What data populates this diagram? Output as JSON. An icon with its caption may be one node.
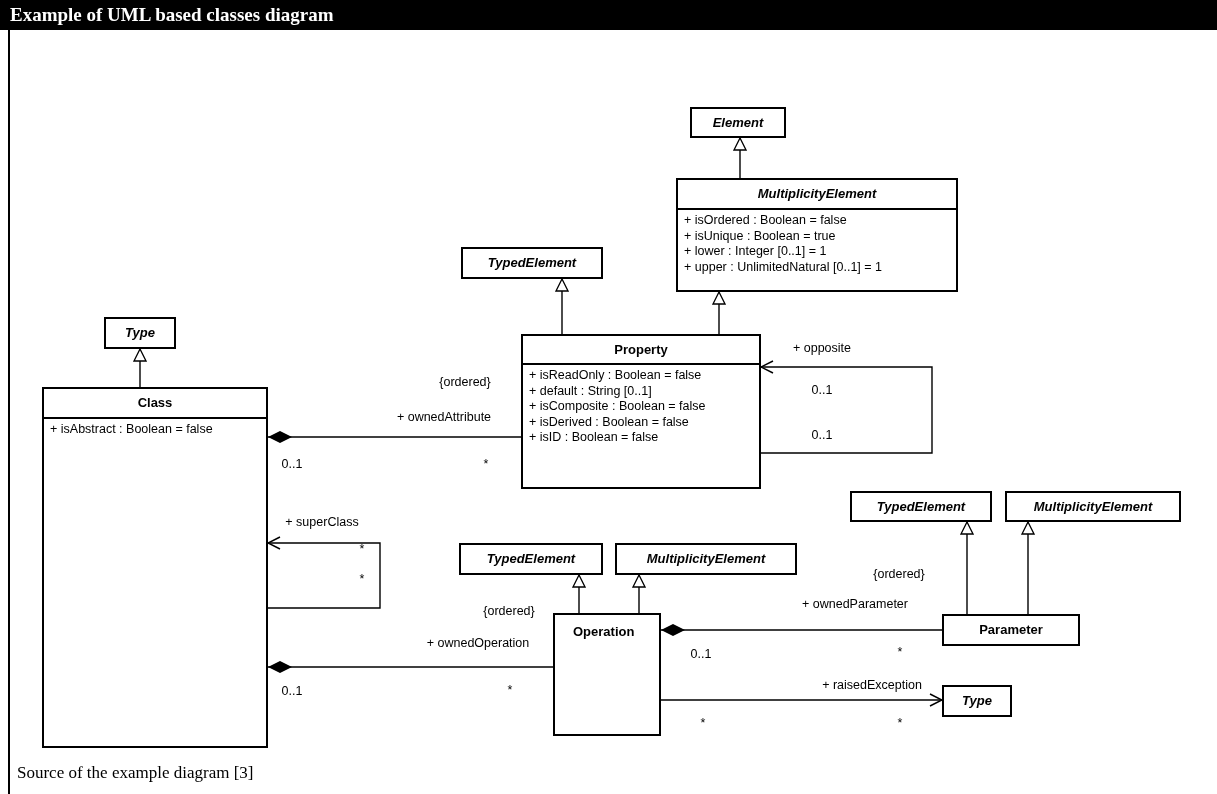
{
  "diagram": {
    "title": "Example of UML based classes diagram",
    "caption": "Source of the example diagram [3]",
    "nodes": [
      {
        "text": [
          "Element"
        ]
      },
      {
        "text": [
          "MultiplicityElement",
          "+ isOrdered : Boolean = false",
          "+ isUnique : Boolean = true",
          "+ lower : Integer [0..1] = 1",
          "+ upper : UnlimitedNatural [0..1] = 1"
        ]
      },
      {
        "text": [
          "TypedElement"
        ]
      },
      {
        "text": [
          "Type"
        ]
      },
      {
        "text": [
          "Property",
          "+ isReadOnly : Boolean = false",
          "+ default : String [0..1]",
          "+ isComposite : Boolean = false",
          "+ isDerived : Boolean = false",
          "+ isID : Boolean = false"
        ]
      },
      {
        "text": [
          "Class",
          "+ isAbstract : Boolean = false"
        ]
      },
      {
        "text": [
          "TypedElement"
        ]
      },
      {
        "text": [
          "MultiplicityElement"
        ]
      },
      {
        "text": [
          "TypedElement"
        ]
      },
      {
        "text": [
          "MultiplicityElement"
        ]
      },
      {
        "text": [
          "Operation"
        ]
      },
      {
        "text": [
          "Parameter"
        ]
      },
      {
        "text": [
          "Type"
        ]
      }
    ],
    "edges": [
      {
        "from": 1,
        "to": 0,
        "arrow": "to"
      },
      {
        "from": 4,
        "to": 2,
        "arrow": "to"
      },
      {
        "from": 4,
        "to": 1,
        "arrow": "to"
      },
      {
        "from": 5,
        "to": 3,
        "arrow": "to"
      },
      {
        "from": 5,
        "to": 4,
        "arrow": "other"
      },
      {
        "from": 4,
        "to": 4,
        "arrow": "to"
      },
      {
        "from": 5,
        "to": 5,
        "arrow": "to"
      },
      {
        "from": 11,
        "to": 6,
        "arrow": "to"
      },
      {
        "from": 11,
        "to": 7,
        "arrow": "to"
      },
      {
        "from": 10,
        "to": 8,
        "arrow": "to"
      },
      {
        "from": 10,
        "to": 9,
        "arrow": "to"
      },
      {
        "from": 10,
        "to": 11,
        "arrow": "other"
      },
      {
        "from": 5,
        "to": 10,
        "arrow": "other"
      },
      {
        "from": 10,
        "to": 12,
        "arrow": "to"
      }
    ],
    "labels": [
      "+ opposite",
      "{ordered}",
      "0..1",
      "+ ownedAttribute",
      "0..1",
      "0..1",
      "*",
      "+ superClass",
      "*",
      "*",
      "{ordered}",
      "{ordered}",
      "+ ownedParameter",
      "+ ownedOperation",
      "0..1",
      "*",
      "+ raisedException",
      "0..1",
      "*",
      "*",
      "*"
    ]
  }
}
